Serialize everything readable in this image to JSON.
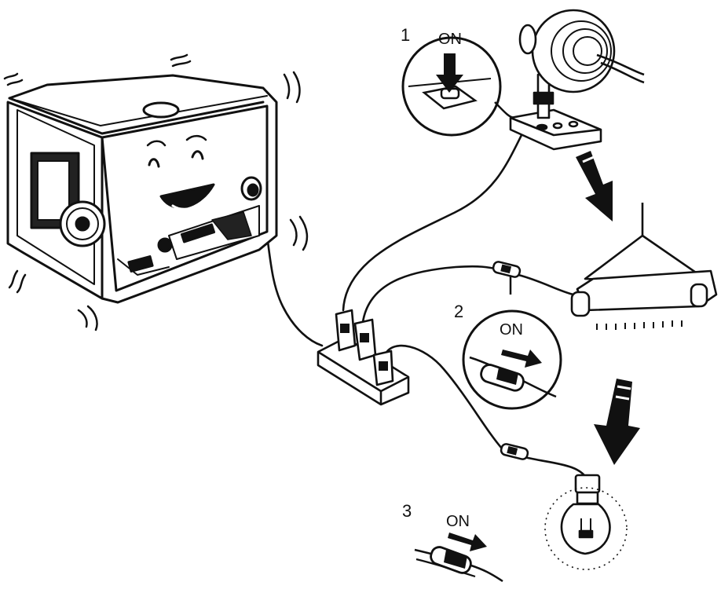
{
  "steps": [
    {
      "number": "1",
      "switch_label": "ON"
    },
    {
      "number": "2",
      "switch_label": "ON"
    },
    {
      "number": "3",
      "switch_label": "ON"
    }
  ],
  "icons": {
    "generator": "generator-icon",
    "power_strip": "power-strip-icon",
    "heat_lamp": "heat-lamp-icon",
    "heater": "heater-icon",
    "light_bulb": "light-bulb-icon",
    "arrow": "arrow-down-icon"
  },
  "colors": {
    "ink": "#111111",
    "fill": "#ffffff",
    "dark": "#1a1a1a"
  }
}
